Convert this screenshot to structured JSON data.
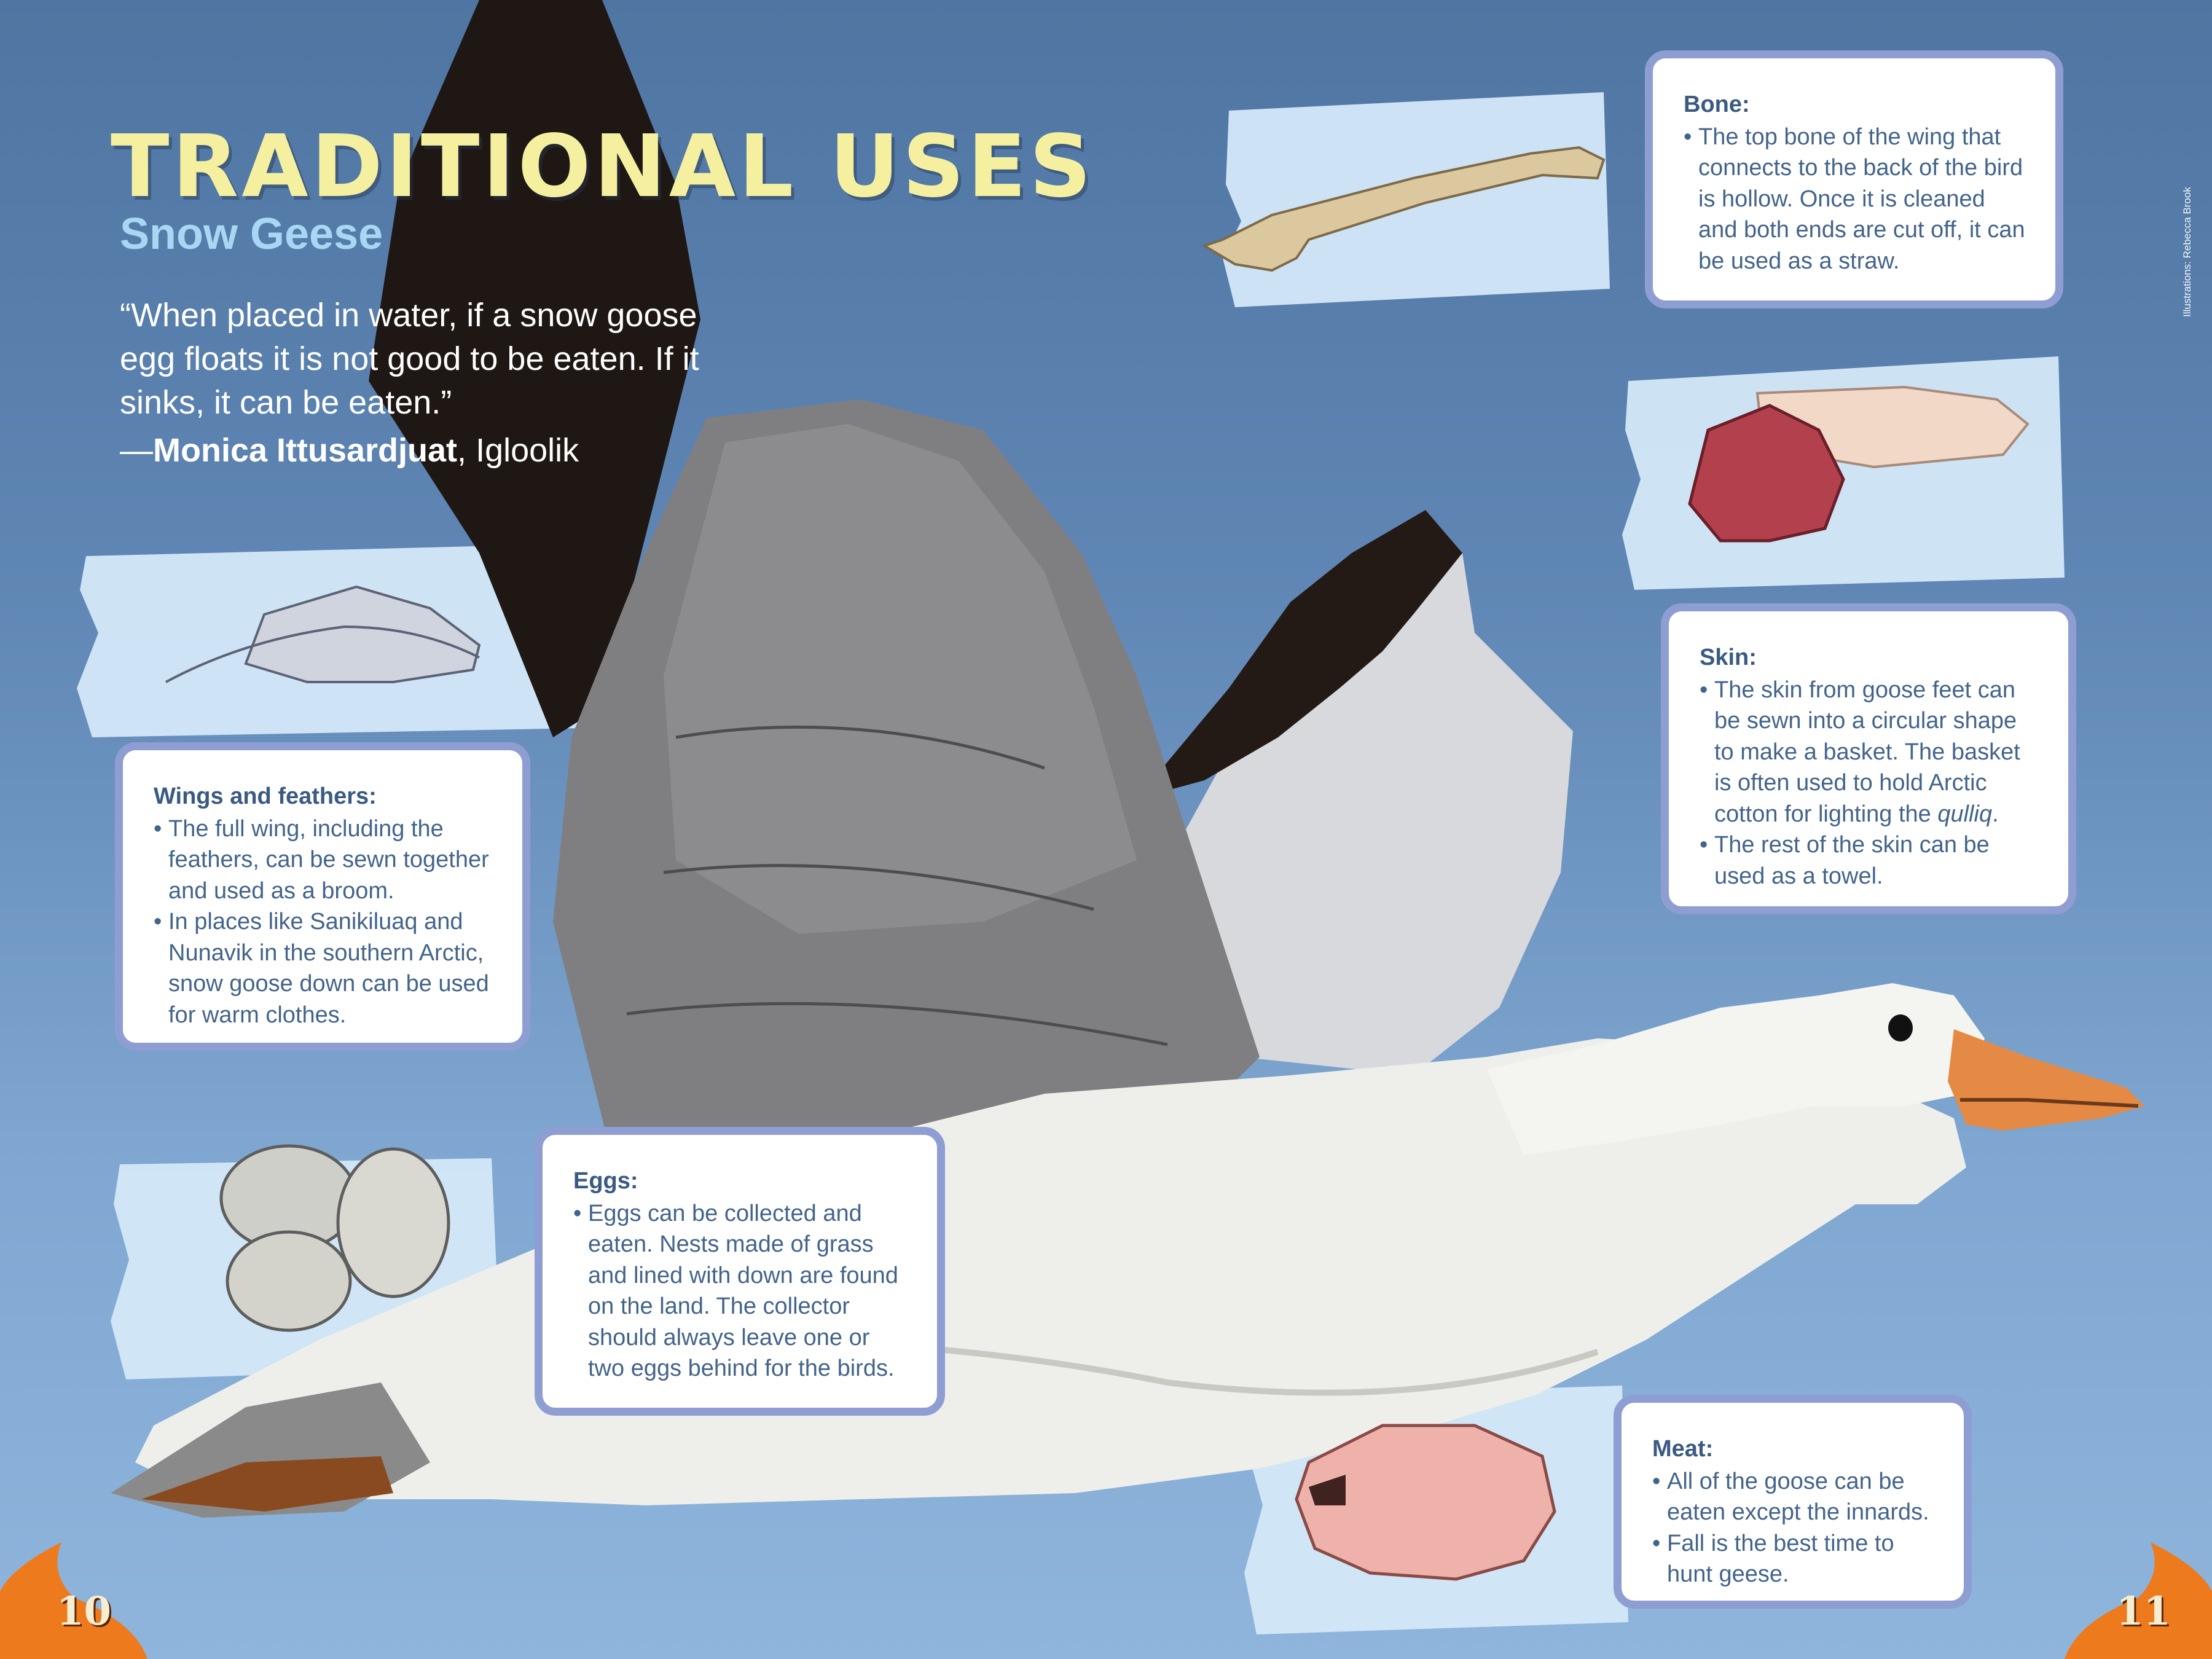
{
  "header": {
    "title": "TRADITIONAL USES",
    "subtitle": "Snow Geese"
  },
  "quote": {
    "text": "“When placed in water, if a snow goose egg floats it is not good to be eaten. If it sinks, it can be eaten.”",
    "dash": "—",
    "author": "Monica Ittusardjuat",
    "place_separator": ", ",
    "place": "Igloolik"
  },
  "cards": {
    "wings": {
      "heading": "Wings and feathers:",
      "bullets": [
        "The full wing, including the feathers, can be sewn together and used as a broom.",
        "In places like Sanikiluaq and Nunavik in the southern Arctic, snow goose down can be used for warm clothes."
      ]
    },
    "eggs": {
      "heading": "Eggs:",
      "bullets": [
        "Eggs can be collected and eaten. Nests made of grass and lined with down are found on the land.  The collector should always leave one or two eggs behind for the birds."
      ]
    },
    "bone": {
      "heading": "Bone:",
      "bullets": [
        "The top bone of the wing that connects to the back of the bird is hollow. Once it is cleaned and both ends are cut off, it can be used as a straw."
      ]
    },
    "skin": {
      "heading": "Skin:",
      "bullet1_before": "The skin from goose feet can be sewn into a circular shape to make a basket. The basket is often used to hold Arctic cotton for lighting the ",
      "bullet1_term": "qulliq",
      "bullet1_after": ".",
      "bullet2": "The rest of the skin can be used as a towel."
    },
    "meat": {
      "heading": "Meat:",
      "bullets": [
        "All of the goose can be eaten except the innards.",
        "Fall is the best time to hunt geese."
      ]
    }
  },
  "credit": "Illustrations: Rebecca Brook",
  "page_numbers": {
    "left": "10",
    "right": "11"
  },
  "colors": {
    "title": "#f5efa0",
    "subtitle": "#a9d6f3",
    "card_border": "#8f9ed2",
    "card_text": "#43648a",
    "page_tab": "#ee7a1e"
  }
}
